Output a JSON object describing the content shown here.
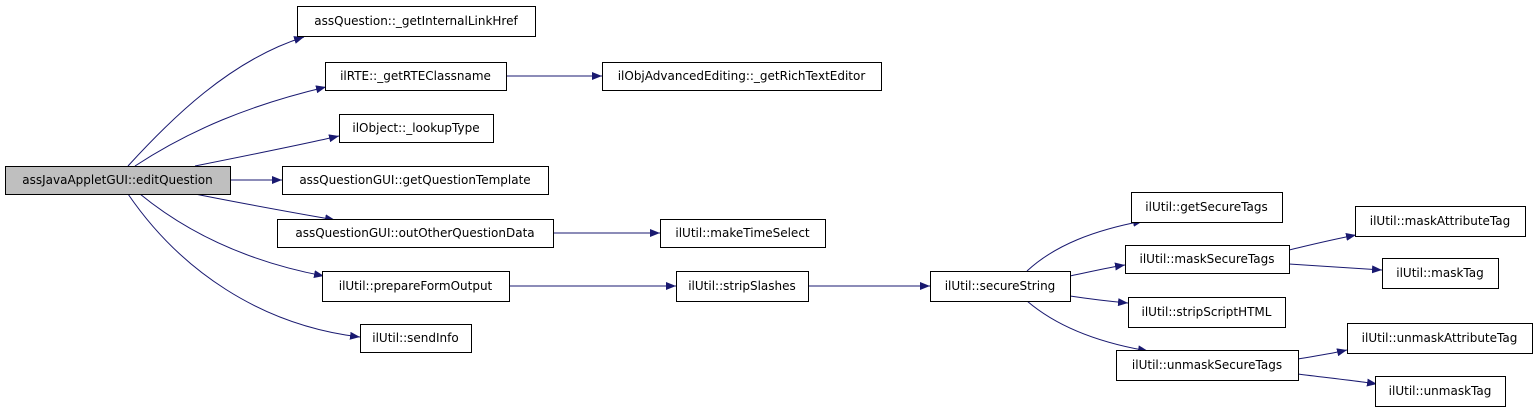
{
  "colors": {
    "edge": "#191970",
    "node_fill": "#ffffff",
    "root_fill": "#bfbfbf",
    "node_stroke": "#000000"
  },
  "nodes": [
    {
      "id": "n0",
      "label": "assJavaAppletGUI::editQuestion",
      "root": true
    },
    {
      "id": "n1",
      "label": "assQuestion::_getInternalLinkHref"
    },
    {
      "id": "n2",
      "label": "ilRTE::_getRTEClassname"
    },
    {
      "id": "n3",
      "label": "ilObjAdvancedEditing::_getRichTextEditor"
    },
    {
      "id": "n4",
      "label": "ilObject::_lookupType"
    },
    {
      "id": "n5",
      "label": "assQuestionGUI::getQuestionTemplate"
    },
    {
      "id": "n6",
      "label": "assQuestionGUI::outOtherQuestionData"
    },
    {
      "id": "n7",
      "label": "ilUtil::makeTimeSelect"
    },
    {
      "id": "n8",
      "label": "ilUtil::prepareFormOutput"
    },
    {
      "id": "n9",
      "label": "ilUtil::stripSlashes"
    },
    {
      "id": "n10",
      "label": "ilUtil::secureString"
    },
    {
      "id": "n11",
      "label": "ilUtil::getSecureTags"
    },
    {
      "id": "n12",
      "label": "ilUtil::maskSecureTags"
    },
    {
      "id": "n13",
      "label": "ilUtil::maskAttributeTag"
    },
    {
      "id": "n14",
      "label": "ilUtil::maskTag"
    },
    {
      "id": "n15",
      "label": "ilUtil::stripScriptHTML"
    },
    {
      "id": "n16",
      "label": "ilUtil::unmaskSecureTags"
    },
    {
      "id": "n17",
      "label": "ilUtil::unmaskAttributeTag"
    },
    {
      "id": "n18",
      "label": "ilUtil::unmaskTag"
    },
    {
      "id": "n19",
      "label": "ilUtil::sendInfo"
    }
  ],
  "edges": [
    {
      "from": "n0",
      "to": "n1"
    },
    {
      "from": "n0",
      "to": "n2"
    },
    {
      "from": "n0",
      "to": "n4"
    },
    {
      "from": "n0",
      "to": "n5"
    },
    {
      "from": "n0",
      "to": "n6"
    },
    {
      "from": "n0",
      "to": "n8"
    },
    {
      "from": "n0",
      "to": "n19"
    },
    {
      "from": "n2",
      "to": "n3"
    },
    {
      "from": "n6",
      "to": "n7"
    },
    {
      "from": "n8",
      "to": "n9"
    },
    {
      "from": "n9",
      "to": "n10"
    },
    {
      "from": "n10",
      "to": "n11"
    },
    {
      "from": "n10",
      "to": "n12"
    },
    {
      "from": "n10",
      "to": "n15"
    },
    {
      "from": "n10",
      "to": "n16"
    },
    {
      "from": "n12",
      "to": "n13"
    },
    {
      "from": "n12",
      "to": "n14"
    },
    {
      "from": "n16",
      "to": "n17"
    },
    {
      "from": "n16",
      "to": "n18"
    }
  ]
}
